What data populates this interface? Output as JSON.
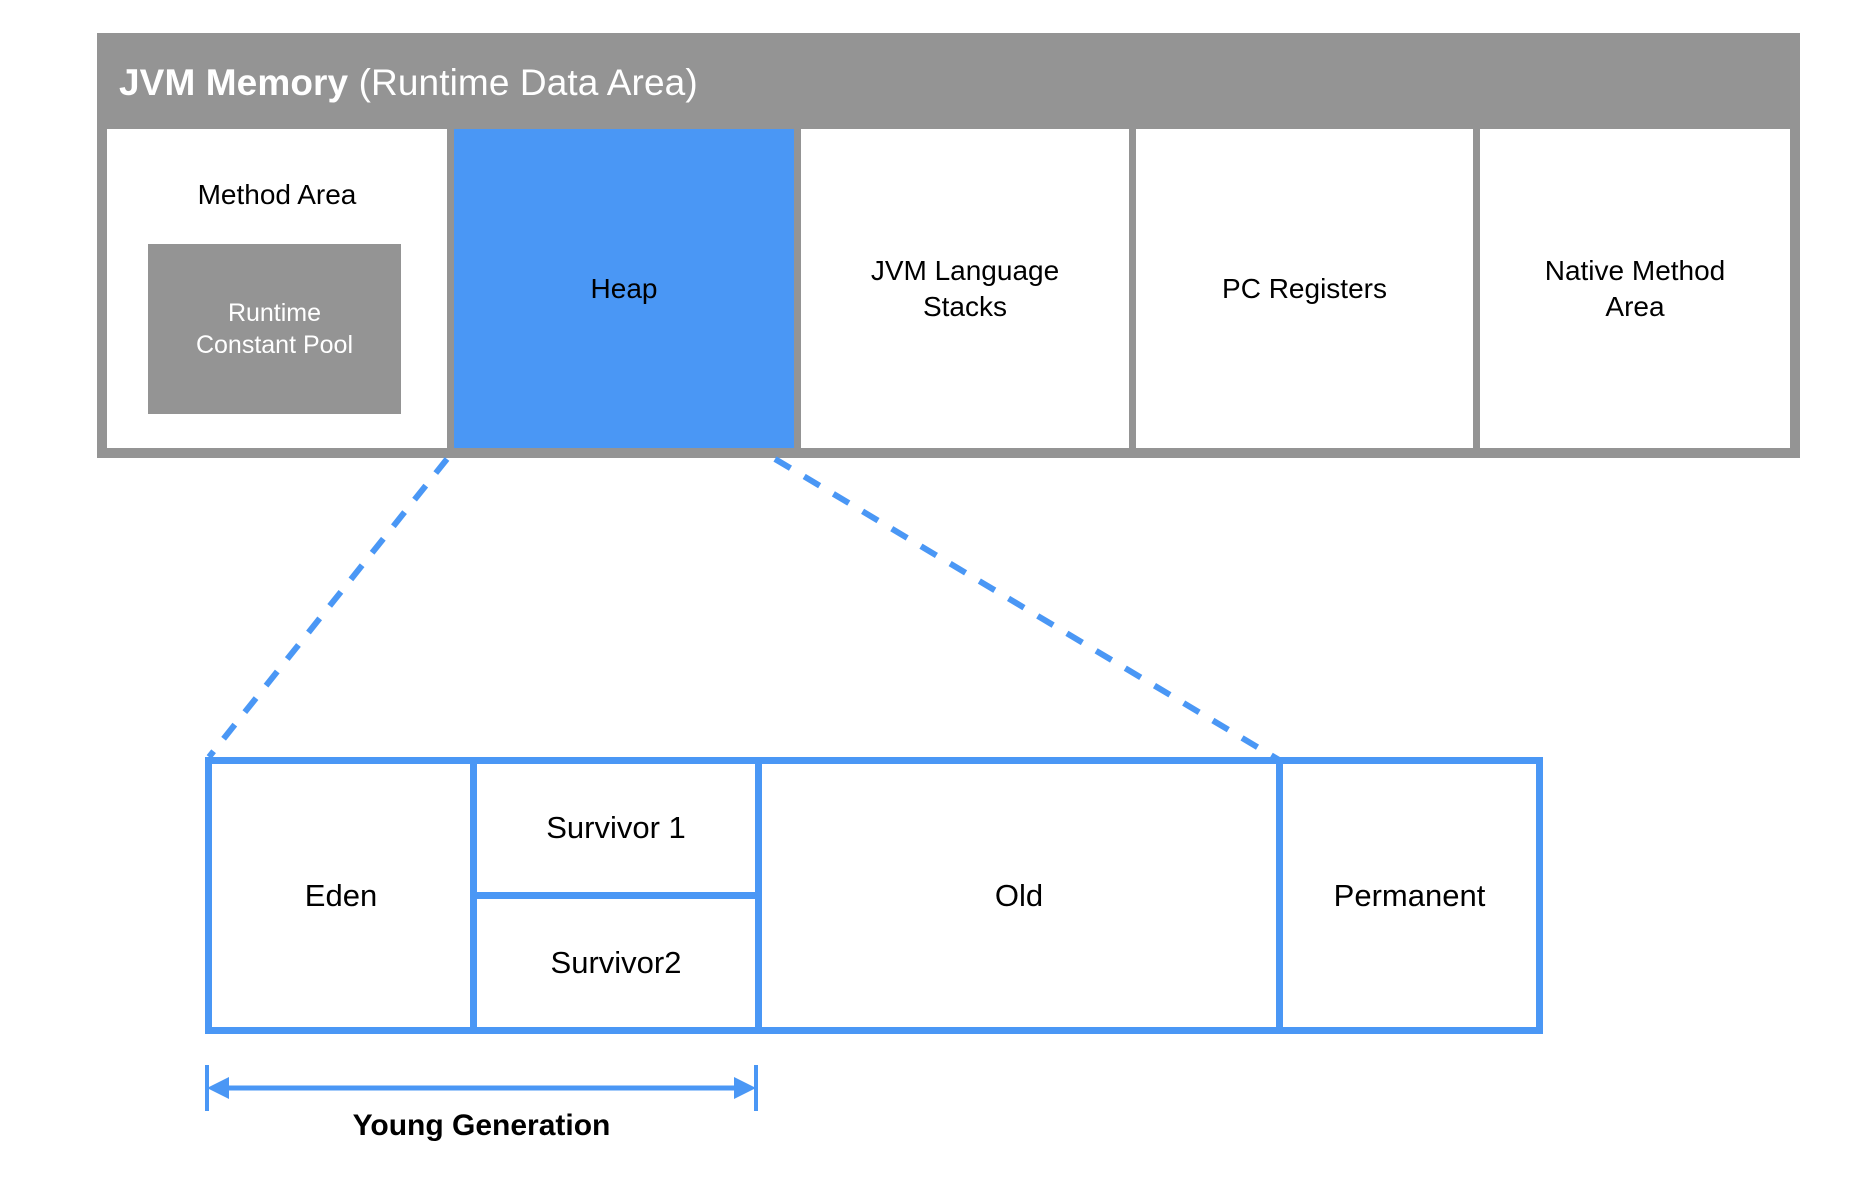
{
  "diagram": {
    "title_strong": "JVM Memory",
    "title_light": " (Runtime Data Area)"
  },
  "colors": {
    "frame_gray": "#949494",
    "accent_blue": "#4a97f5",
    "box_white": "#ffffff",
    "text_black": "#000000"
  },
  "runtime_data_area": {
    "regions": [
      {
        "label": "Method Area",
        "inner_label": "Runtime\nConstant Pool",
        "style": "white-with-inner"
      },
      {
        "label": "Heap",
        "style": "blue"
      },
      {
        "label": "JVM Language\nStacks",
        "style": "white"
      },
      {
        "label": "PC Registers",
        "style": "white"
      },
      {
        "label": "Native Method\nArea",
        "style": "white"
      }
    ]
  },
  "heap_detail": {
    "eden": "Eden",
    "survivor_1": "Survivor 1",
    "survivor_2": "Survivor2",
    "old": "Old",
    "permanent": "Permanent",
    "measure_label": "Young Generation"
  }
}
